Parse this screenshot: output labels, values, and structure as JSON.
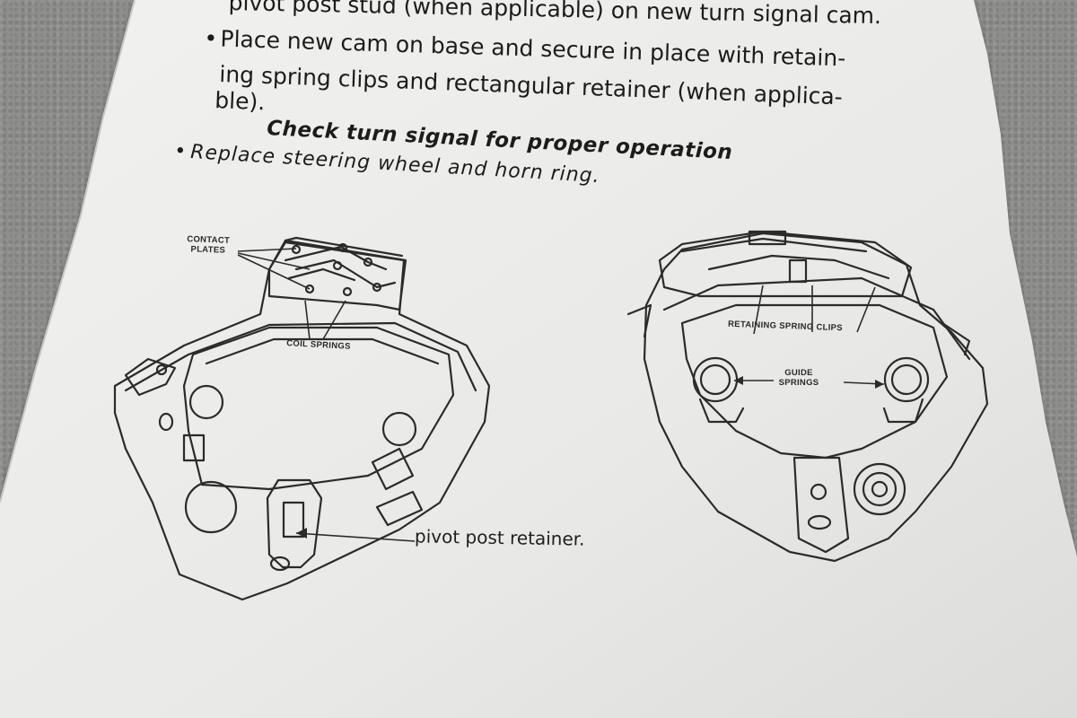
{
  "instructions": {
    "line1": "pivot post stud (when applicable) on new turn signal cam.",
    "line2": "Place new cam on base and secure in place with retain-",
    "line3": "ing spring clips and rectangular retainer (when applica-",
    "line4": "ble).",
    "heading": "Check turn signal for proper operation",
    "line6": "Replace steering wheel and horn ring.",
    "bullet": "•"
  },
  "diagram_left": {
    "label_contact_plates_1": "CONTACT",
    "label_contact_plates_2": "PLATES",
    "label_coil_springs": "COIL SPRINGS",
    "label_pivot_post_retainer": "pivot post retainer."
  },
  "diagram_right": {
    "label_retaining_spring_clips": "RETAINING SPRING CLIPS",
    "label_guide_1": "GUIDE",
    "label_guide_2": "SPRINGS"
  },
  "colors": {
    "paper": "#ececea",
    "ink": "#1c1c1c",
    "background": "#8e8e8c"
  }
}
